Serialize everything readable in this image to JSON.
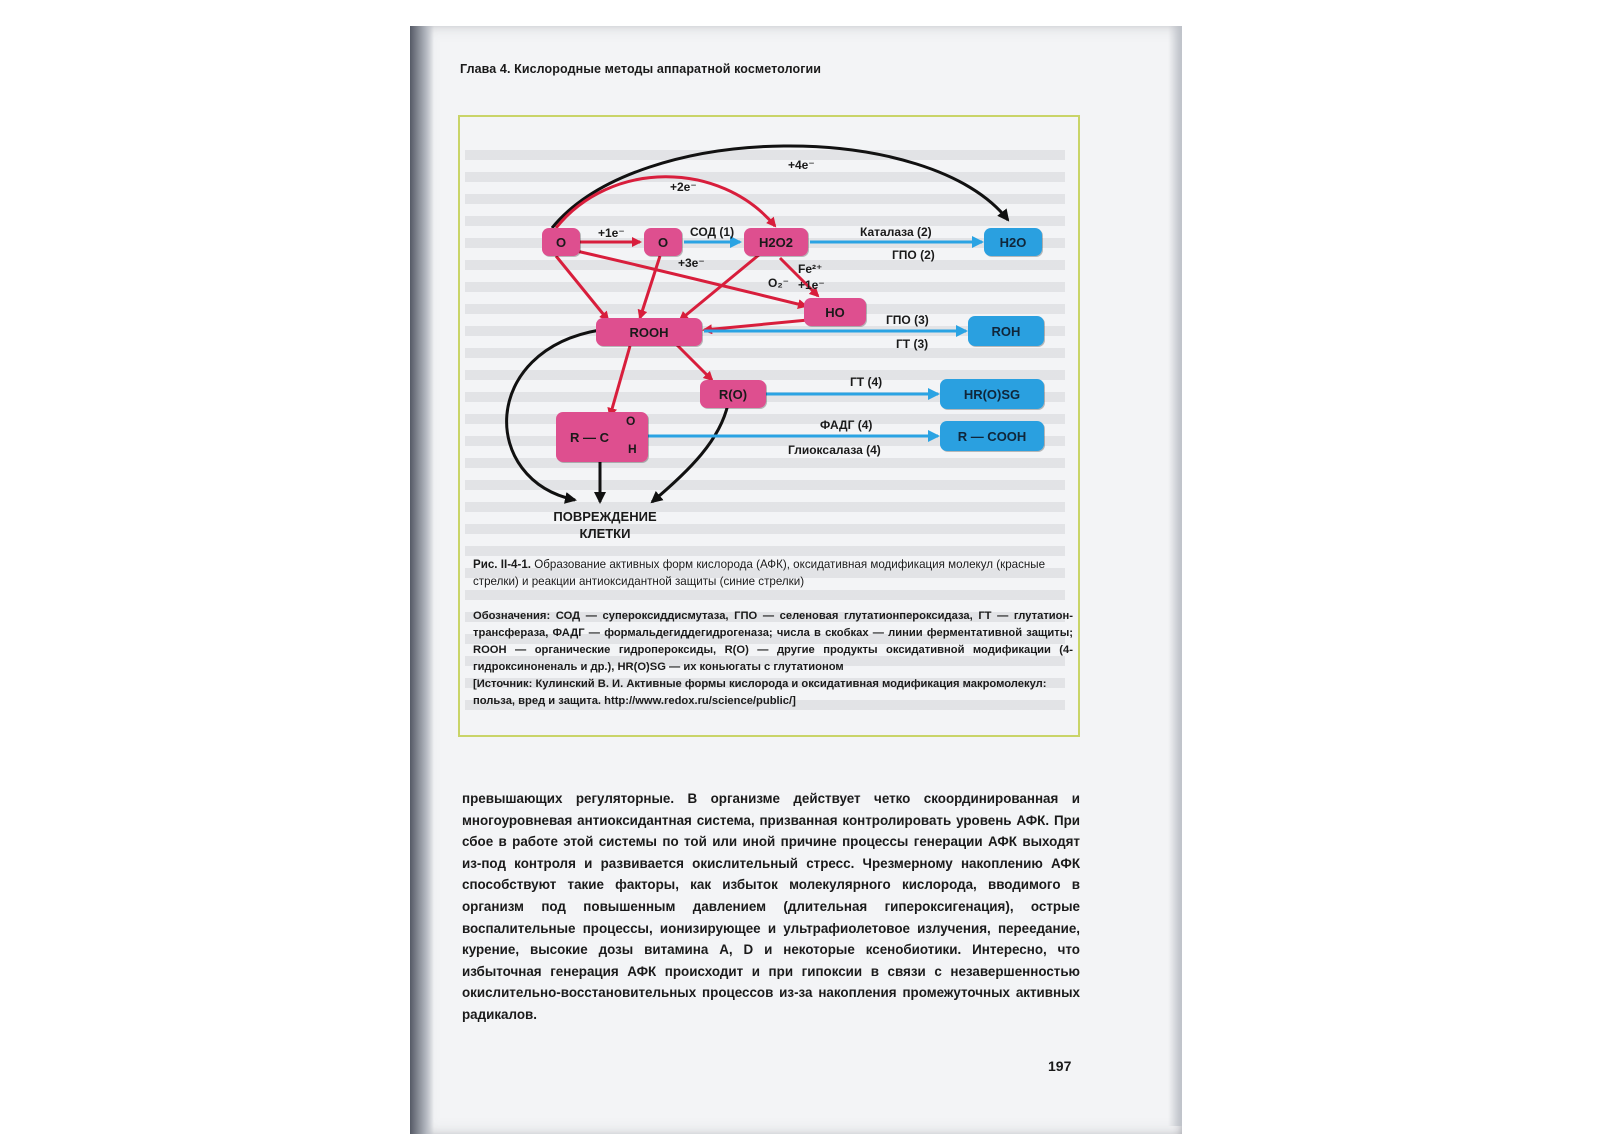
{
  "running_head": "Глава 4. Кислородные методы аппаратной косметологии",
  "nodes": {
    "o2": "O",
    "o2_radical": "O",
    "h2o2": "H2O2",
    "h2o": "H2O",
    "ho": "HO",
    "rooh": "ROOH",
    "roh": "ROH",
    "ro": "R(O)",
    "hrosg": "HR(O)SG",
    "aldehyde": "R — C",
    "aldehyde_o": "O",
    "aldehyde_h": "H",
    "rcooh": "R — COOH"
  },
  "labels": {
    "plus4e": "+4e⁻",
    "plus2e": "+2e⁻",
    "plus1e": "+1e⁻",
    "plus3e": "+3e⁻",
    "sod": "СОД (1)",
    "catalase": "Каталаза (2)",
    "gpo2": "ГПО (2)",
    "fe": "Fe²⁺",
    "o2minus": "O₂⁻",
    "plus1e_b": "+1e⁻",
    "gpo3": "ГПО (3)",
    "gt3": "ГТ (3)",
    "gt4": "ГТ (4)",
    "fadg4": "ФАДГ (4)",
    "glyox4": "Глиоксалаза (4)",
    "damage_line1": "ПОВРЕЖДЕНИЕ",
    "damage_line2": "КЛЕТКИ"
  },
  "caption": {
    "prefix": "Рис. II-4-1.",
    "text": "Образование активных форм кислорода (АФК), оксидативная модификация молекул (красные стрелки) и реакции антиоксидантной защиты (синие стрелки)"
  },
  "legend": "Обозначения: СОД — супероксиддисмутаза, ГПО — селеновая глутатионпероксидаза, ГТ — глутатион-трансфераза, ФАДГ — формальдегиддегидрогеназа; числа в скобках — линии ферментативной защиты; ROOH — органические гидропероксиды, R(O) — другие продукты оксидативной модификации (4-гидроксиноненаль и др.), HR(O)SG — их коньюгаты с глутатионом",
  "source": "[Источник: Кулинский В. И. Активные формы кислорода и оксидативная модификация макромолекул: польза, вред и защита. http://www.redox.ru/science/public/]",
  "body_text": "превышающих регуляторные. В организме действует четко скоординированная и многоуровневая антиоксидантная система, призванная контролировать уровень АФК. При сбое в работе этой системы по той или иной причине процессы генерации АФК выходят из-под контроля и развивается окислительный стресс. Чрезмерному накоплению АФК способствуют такие факторы, как избыток молекулярного кислорода, вводимого в организм под повышенным давлением (длительная гипероксигенация), острые воспалительные процессы, ионизирующее и ультрафиолетовое излучения, переедание, курение, высокие дозы витамина А, D и некоторые ксенобиотики. Интересно, что избыточная генерация АФК происходит и при гипоксии в связи с незавершенностью окислительно-восстановительных процессов из-за накопления промежуточных активных радикалов.",
  "page_number": "197",
  "colors": {
    "oxidative_arrow": "#d81e3c",
    "antioxidant_arrow": "#2aa3e3",
    "pink_node": "#de4f8f",
    "blue_node": "#2aa0e0",
    "frame": "#c9d468"
  }
}
